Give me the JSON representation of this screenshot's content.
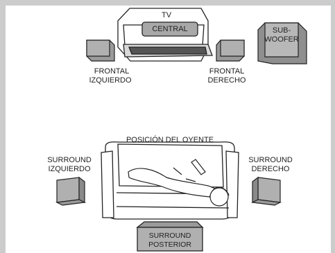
{
  "labels": {
    "tv": "TV",
    "central": "CENTRAL",
    "subwoofer_line1": "SUB-",
    "subwoofer_line2": "WOOFER",
    "frontal_izq_line1": "FRONTAL",
    "frontal_izq_line2": "IZQUIERDO",
    "frontal_der_line1": "FRONTAL",
    "frontal_der_line2": "DERECHO",
    "posicion_oyente": "POSICIÓN DEL OYENTE",
    "surround_izq_line1": "SURROUND",
    "surround_izq_line2": "IZQUIERDO",
    "surround_der_line1": "SURROUND",
    "surround_der_line2": "DERECHO",
    "surround_post_line1": "SURROUND",
    "surround_post_line2": "POSTERIOR"
  },
  "colors": {
    "frame": "#cccccc",
    "speaker_fill": "#9a9a9a",
    "speaker_front": "#b8b8b8",
    "outline": "#222222"
  },
  "icons": [
    "tv-icon",
    "speaker-icon",
    "subwoofer-icon",
    "sofa-icon",
    "listener-icon"
  ]
}
